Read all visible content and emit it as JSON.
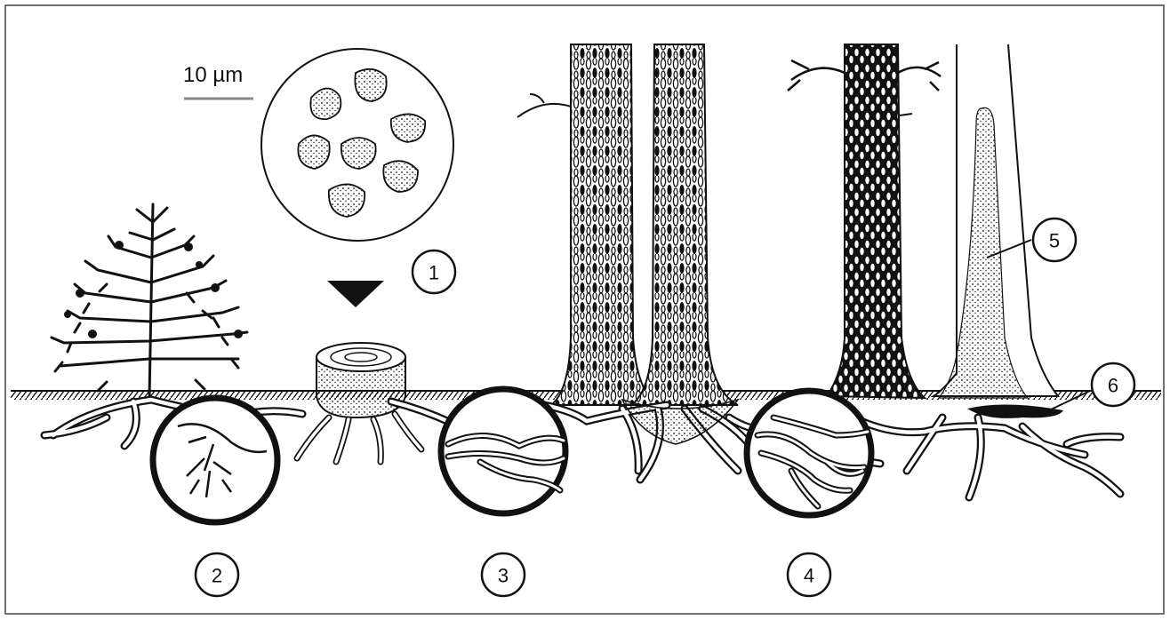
{
  "scale_bar": {
    "label": "10 µm"
  },
  "callouts": [
    {
      "id": "1",
      "label": "1"
    },
    {
      "id": "2",
      "label": "2"
    },
    {
      "id": "3",
      "label": "3"
    },
    {
      "id": "4",
      "label": "4"
    },
    {
      "id": "5",
      "label": "5"
    },
    {
      "id": "6",
      "label": "6"
    }
  ],
  "colors": {
    "ink": "#111111",
    "frame": "#444444",
    "scale_line": "#888888",
    "background": "#ffffff"
  }
}
